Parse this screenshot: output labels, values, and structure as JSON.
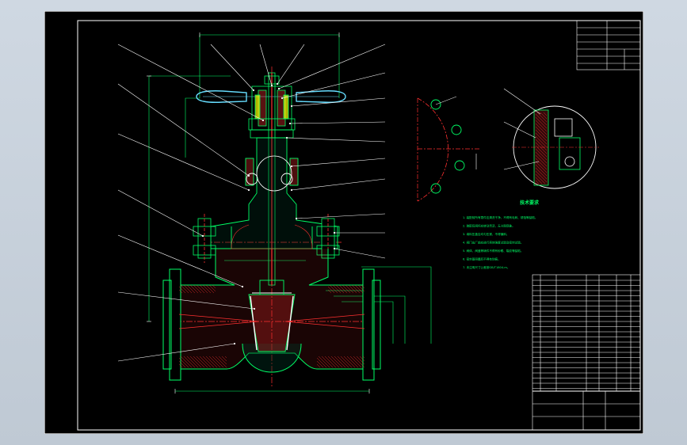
{
  "drawing": {
    "title": "技术要求",
    "requirements": [
      "1. 装配前所有零件应清洗干净，不得有毛刺、锈蚀等缺陷。",
      "2. 装配后阀杆应转动灵活，无卡阻现象。",
      "3. 填料压盖应均匀压紧，不得偏斜。",
      "4. 阀门出厂前应进行壳体强度试验及密封试验。",
      "5. 阀体、阀盖等铸件不得有砂眼、裂纹等缺陷。",
      "6. 密封面研磨后不得有划痕。",
      "7. 未注明尺寸公差按GB/T1804-m。"
    ],
    "colors": {
      "background": "#000000",
      "frame": "#ffffff",
      "line": "#00ff66",
      "section": "#00ffff",
      "centerline": "#ff3030",
      "hatch": "#ff3030",
      "handle": "#66ddff",
      "leader": "#ffffff",
      "yellow_part": "#ffff00"
    }
  }
}
